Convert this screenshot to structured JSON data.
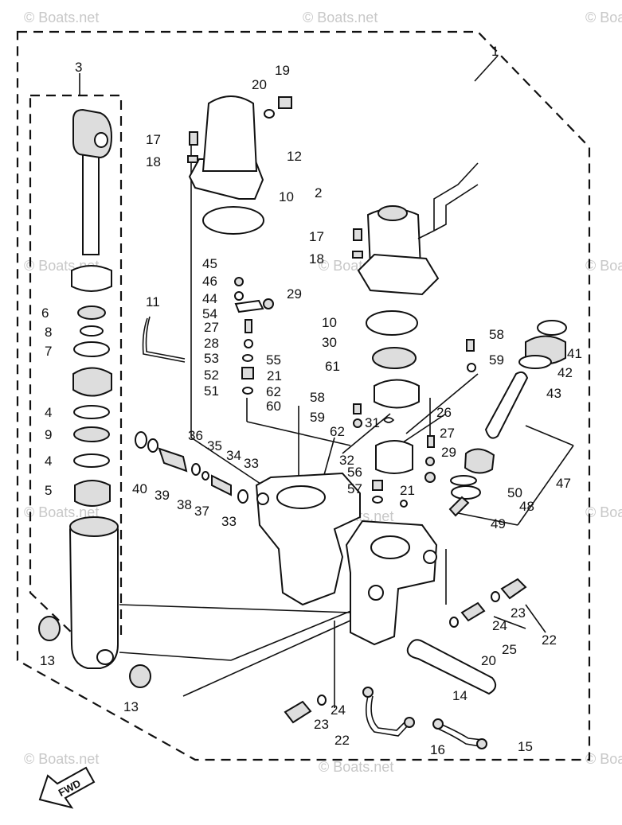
{
  "watermark": "© Boats.net",
  "fwd_label": "FWD",
  "callouts": [
    "1",
    "2",
    "3",
    "4",
    "4",
    "5",
    "6",
    "7",
    "8",
    "9",
    "10",
    "10",
    "11",
    "12",
    "13",
    "13",
    "14",
    "15",
    "16",
    "17",
    "17",
    "18",
    "18",
    "19",
    "20",
    "20",
    "21",
    "21",
    "22",
    "22",
    "23",
    "23",
    "24",
    "24",
    "25",
    "26",
    "27",
    "27",
    "28",
    "29",
    "29",
    "30",
    "31",
    "32",
    "33",
    "33",
    "34",
    "35",
    "36",
    "37",
    "38",
    "39",
    "40",
    "41",
    "42",
    "43",
    "44",
    "45",
    "46",
    "47",
    "48",
    "49",
    "50",
    "51",
    "52",
    "53",
    "54",
    "55",
    "56",
    "57",
    "58",
    "58",
    "59",
    "59",
    "60",
    "61",
    "62",
    "62"
  ]
}
